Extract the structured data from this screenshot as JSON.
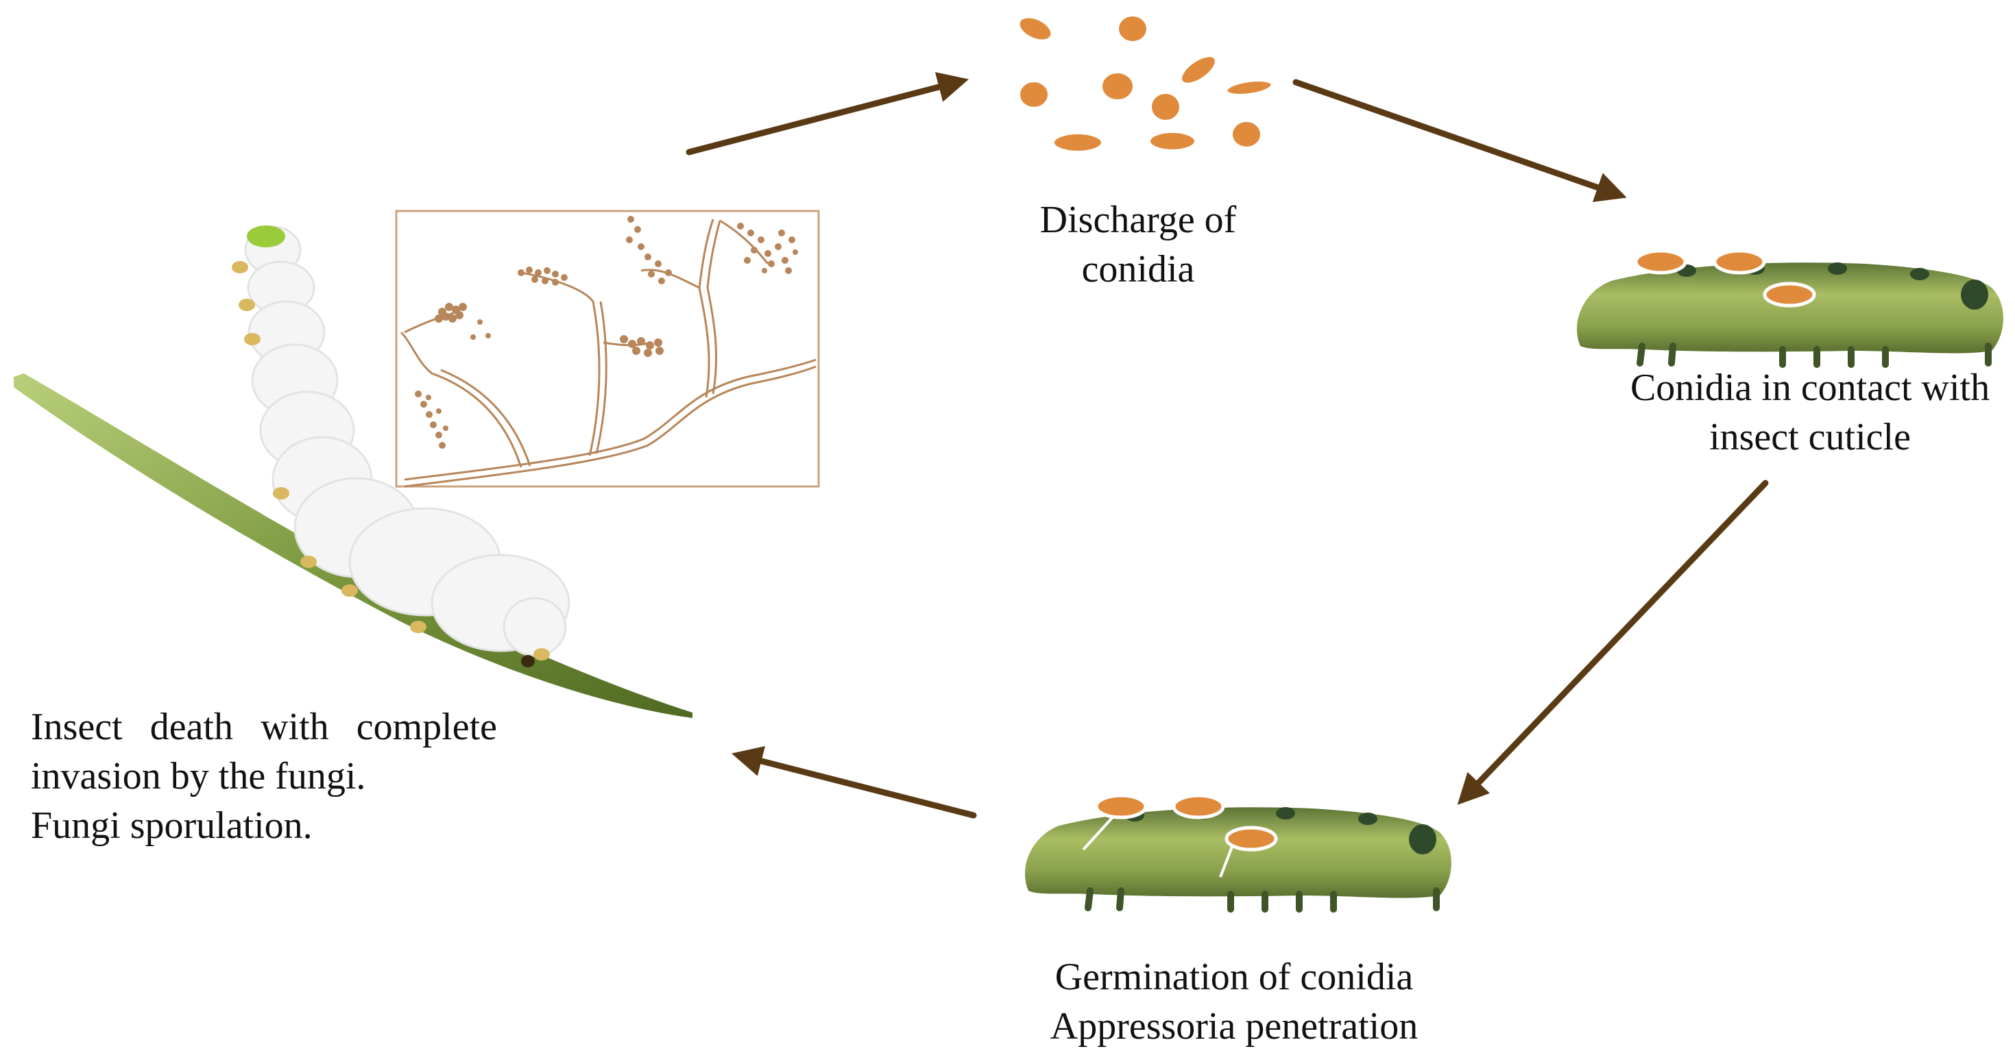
{
  "stages": {
    "discharge": {
      "lines": [
        "Discharge of",
        "conidia"
      ]
    },
    "contact": {
      "lines": [
        "Conidia in contact with",
        "insect cuticle"
      ]
    },
    "germination": {
      "lines": [
        "Germination of conidia",
        "Appressoria penetration"
      ]
    },
    "death": {
      "lines": [
        "Insect death with complete",
        "invasion by the fungi.",
        "Fungi sporulation."
      ]
    }
  },
  "colors": {
    "arrow": "#5a3a14",
    "conidia": "#e08a3c",
    "hyphae": "#b7865a",
    "larva_body": "#8fa650",
    "larva_dark": "#2f4a2a",
    "mycosed_larva": "#f4f4f4",
    "twig": "#6f8f3a"
  },
  "icons": [
    "conidia-spores",
    "larva-with-conidia",
    "larva-germinating-conidia",
    "mycosed-larva-on-twig",
    "hyphae-sporulation-inset"
  ]
}
